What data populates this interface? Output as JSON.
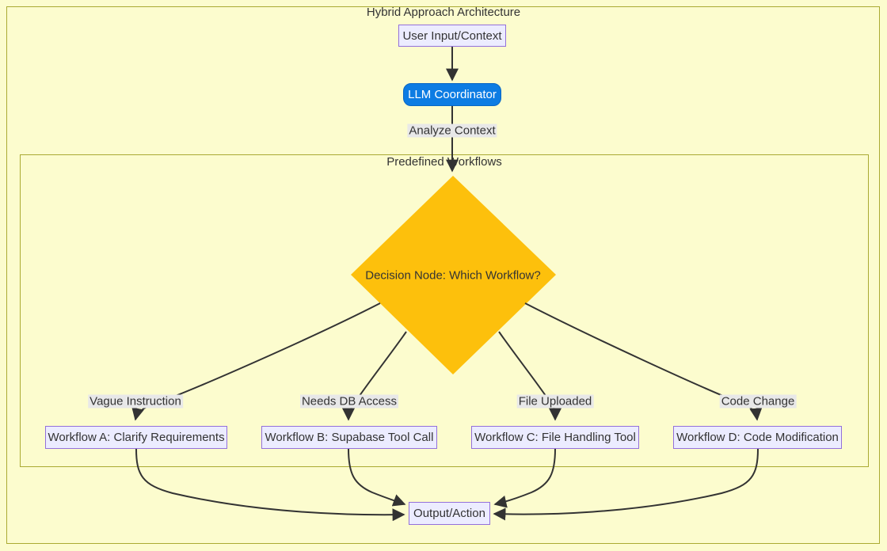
{
  "diagram": {
    "title": "Hybrid Approach Architecture",
    "subgraph_title": "Predefined Workflows",
    "nodes": {
      "user_input": {
        "label": "User Input/Context"
      },
      "coordinator": {
        "label": "LLM Coordinator"
      },
      "decision": {
        "label": "Decision Node: Which Workflow?"
      },
      "workflow_a": {
        "label": "Workflow A: Clarify Requirements"
      },
      "workflow_b": {
        "label": "Workflow B: Supabase Tool Call"
      },
      "workflow_c": {
        "label": "Workflow C: File Handling Tool"
      },
      "workflow_d": {
        "label": "Workflow D: Code Modification"
      },
      "output": {
        "label": "Output/Action"
      }
    },
    "edge_labels": {
      "analyze": "Analyze Context",
      "vague": "Vague Instruction",
      "db": "Needs DB Access",
      "file": "File Uploaded",
      "code": "Code Change"
    },
    "theme": {
      "canvas_bg": "#fcfcce",
      "border_olive": "#aaaa33",
      "node_fill": "#ececff",
      "node_border": "#9370db",
      "coordinator_fill": "#0d7ce3",
      "coordinator_stroke": "#0a67c4",
      "coordinator_text": "#ffffff",
      "decision_fill": "#fdc00c",
      "edge_color": "#333333",
      "label_bg": "#e8e8e8",
      "text_color": "#333333"
    }
  }
}
